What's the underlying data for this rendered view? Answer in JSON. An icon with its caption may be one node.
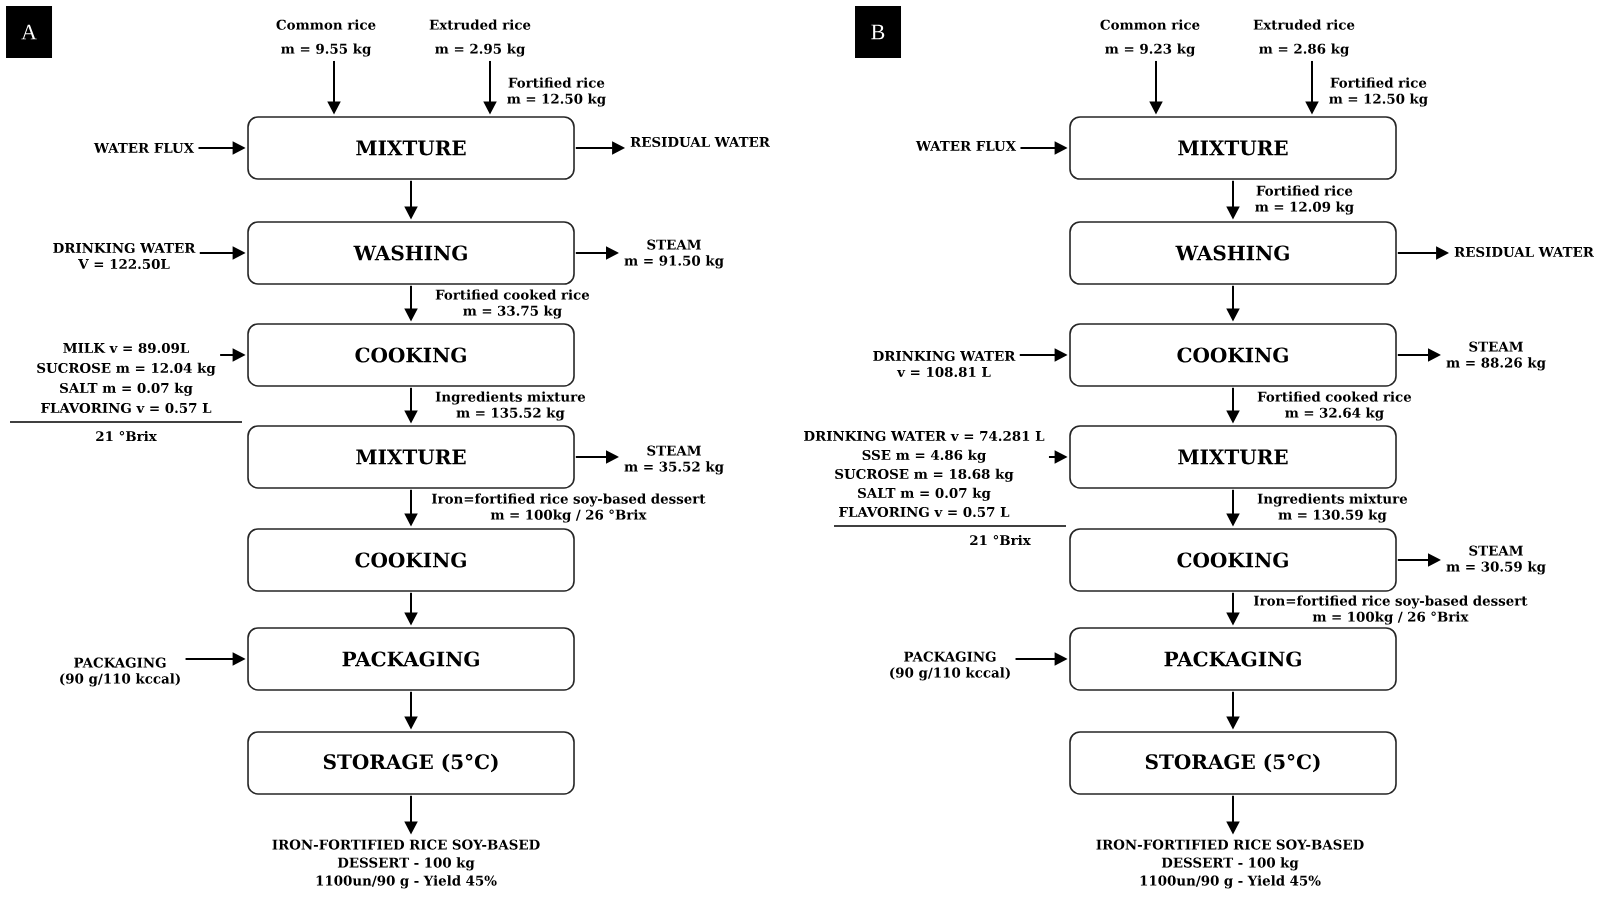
{
  "diagram": {
    "nodes": [
      {
        "text": [
          "A"
        ]
      },
      {
        "text": [
          "Common rice",
          "m = 9.55 kg"
        ]
      },
      {
        "text": [
          "Extruded rice",
          "m = 2.95 kg"
        ]
      },
      {
        "text": [
          "WATER FLUX"
        ]
      },
      {
        "text": [
          "MIXTURE"
        ]
      },
      {
        "text": [
          "RESIDUAL WATER"
        ]
      },
      {
        "text": [
          "DRINKING WATER",
          "V = 122.50L"
        ]
      },
      {
        "text": [
          "WASHING"
        ]
      },
      {
        "text": [
          "STEAM",
          "m = 91.50 kg"
        ]
      },
      {
        "text": [
          "MILK v = 89.09L",
          "SUCROSE m = 12.04 kg",
          "SALT m = 0.07 kg",
          "FLAVORING v = 0.57 L"
        ],
        "beside": [
          "21 °Brix"
        ]
      },
      {
        "text": [
          "COOKING"
        ]
      },
      {
        "text": [
          "MIXTURE"
        ]
      },
      {
        "text": [
          "STEAM",
          "m = 35.52 kg"
        ]
      },
      {
        "text": [
          "COOKING"
        ]
      },
      {
        "text": [
          "PACKAGING",
          "(90 g/110 kccal)"
        ]
      },
      {
        "text": [
          "PACKAGING"
        ]
      },
      {
        "text": [
          "STORAGE (5°C)"
        ]
      },
      {
        "text": [
          "IRON-FORTIFIED RICE SOY-BASED DESSERT - 100 kg",
          "1100un/90 g - Yield 45%"
        ]
      },
      {
        "text": [
          "B"
        ]
      },
      {
        "text": [
          "Common rice",
          "m = 9.23 kg"
        ]
      },
      {
        "text": [
          "Extruded rice",
          "m = 2.86 kg"
        ]
      },
      {
        "text": [
          "WATER FLUX"
        ]
      },
      {
        "text": [
          "MIXTURE"
        ]
      },
      {
        "text": [
          "WASHING"
        ]
      },
      {
        "text": [
          "RESIDUAL WATER"
        ]
      },
      {
        "text": [
          "DRINKING WATER",
          "v = 108.81 L"
        ]
      },
      {
        "text": [
          "COOKING"
        ]
      },
      {
        "text": [
          "STEAM",
          "m = 88.26 kg"
        ]
      },
      {
        "text": [
          "DRINKING WATER v = 74.281 L",
          "SSE m = 4.86 kg",
          "SUCROSE m = 18.68 kg",
          "SALT m = 0.07 kg",
          "FLAVORING v = 0.57 L"
        ],
        "beside": [
          "21 °Brix"
        ]
      },
      {
        "text": [
          "MIXTURE"
        ]
      },
      {
        "text": [
          "COOKING"
        ]
      },
      {
        "text": [
          "STEAM",
          "m = 30.59 kg"
        ]
      },
      {
        "text": [
          "PACKAGING",
          "(90 g/110 kccal)"
        ]
      },
      {
        "text": [
          "PACKAGING"
        ]
      },
      {
        "text": [
          "STORAGE (5°C)"
        ]
      },
      {
        "text": [
          "IRON-FORTIFIED RICE SOY-BASED DESSERT - 100 kg",
          "1100un/90 g - Yield 45%"
        ]
      }
    ],
    "edges": [
      {
        "from": 1,
        "to": 4,
        "arrow": "to"
      },
      {
        "from": 2,
        "to": 4,
        "arrow": "to",
        "label": "Fortified rice m = 12.50 kg"
      },
      {
        "from": 3,
        "to": 4,
        "arrow": "to"
      },
      {
        "from": 4,
        "to": 5,
        "arrow": "to"
      },
      {
        "from": 4,
        "to": 7,
        "arrow": "to"
      },
      {
        "from": 6,
        "to": 7,
        "arrow": "to"
      },
      {
        "from": 7,
        "to": 8,
        "arrow": "to"
      },
      {
        "from": 7,
        "to": 10,
        "arrow": "to",
        "label": "Fortified cooked rice m = 33.75 kg"
      },
      {
        "from": 9,
        "to": 10,
        "arrow": "to"
      },
      {
        "from": 10,
        "to": 11,
        "arrow": "to",
        "label": "Ingredients mixture m = 135.52 kg"
      },
      {
        "from": 11,
        "to": 12,
        "arrow": "to"
      },
      {
        "from": 11,
        "to": 13,
        "arrow": "to",
        "label": "Iron=fortified rice soy-based dessert m = 100kg / 26 °Brix"
      },
      {
        "from": 13,
        "to": 15,
        "arrow": "to"
      },
      {
        "from": 14,
        "to": 15,
        "arrow": "to"
      },
      {
        "from": 15,
        "to": 16,
        "arrow": "to"
      },
      {
        "from": 16,
        "to": 17,
        "arrow": "to"
      },
      {
        "from": 19,
        "to": 22,
        "arrow": "to"
      },
      {
        "from": 20,
        "to": 22,
        "arrow": "to",
        "label": "Fortified rice m = 12.50 kg"
      },
      {
        "from": 21,
        "to": 22,
        "arrow": "to"
      },
      {
        "from": 22,
        "to": 23,
        "arrow": "to",
        "label": "Fortified rice m = 12.09 kg"
      },
      {
        "from": 23,
        "to": 24,
        "arrow": "to"
      },
      {
        "from": 23,
        "to": 26,
        "arrow": "to"
      },
      {
        "from": 25,
        "to": 26,
        "arrow": "to"
      },
      {
        "from": 26,
        "to": 27,
        "arrow": "to"
      },
      {
        "from": 26,
        "to": 29,
        "arrow": "to",
        "label": "Fortified cooked rice m = 32.64 kg"
      },
      {
        "from": 28,
        "to": 29,
        "arrow": "to"
      },
      {
        "from": 29,
        "to": 30,
        "arrow": "to",
        "label": "Ingredients mixture m = 130.59 kg"
      },
      {
        "from": 30,
        "to": 31,
        "arrow": "to"
      },
      {
        "from": 30,
        "to": 33,
        "arrow": "to",
        "label": "Iron=fortified rice soy-based dessert m = 100kg / 26 °Brix"
      },
      {
        "from": 32,
        "to": 33,
        "arrow": "to"
      },
      {
        "from": 33,
        "to": 34,
        "arrow": "to"
      },
      {
        "from": 34,
        "to": 35,
        "arrow": "to"
      }
    ]
  }
}
